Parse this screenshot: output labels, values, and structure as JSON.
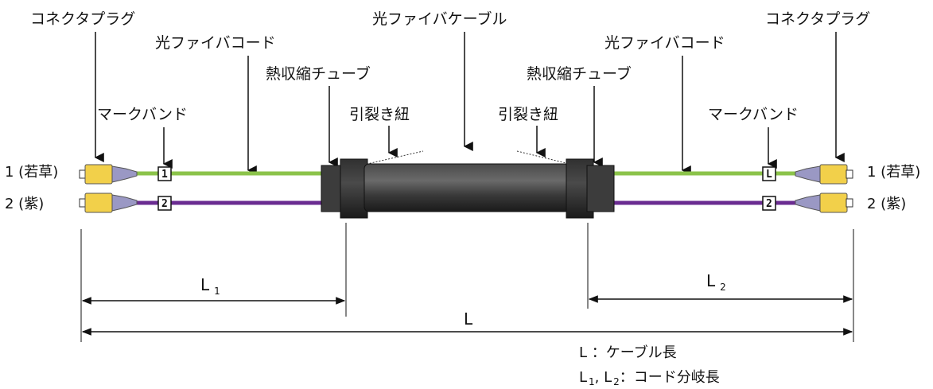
{
  "labels": {
    "connector_plug_left": "コネクタプラグ",
    "connector_plug_right": "コネクタプラグ",
    "fiber_cord_left": "光ファイバコード",
    "fiber_cord_right": "光ファイバコード",
    "fiber_cable": "光ファイバケーブル",
    "heat_shrink_left": "熱収縮チューブ",
    "heat_shrink_right": "熱収縮チューブ",
    "ripcord_left": "引裂き紐",
    "ripcord_right": "引裂き紐",
    "mark_band_left": "マークバンド",
    "mark_band_right": "マークバンド"
  },
  "fibers": [
    {
      "left_label": "1 (若草)",
      "right_label": "1 (若草)",
      "band_left": "1",
      "band_right": "L",
      "color": "#8BC34A"
    },
    {
      "left_label": "2 (紫)",
      "right_label": "2 (紫)",
      "band_left": "2",
      "band_right": "2",
      "color": "#6A2C91"
    }
  ],
  "dimensions": {
    "L1": "L",
    "L1_sub": "1",
    "L2": "L",
    "L2_sub": "2",
    "L": "L"
  },
  "legend": {
    "line1": "L ：ケーブル長",
    "line2_a": "L",
    "line2_sub1": "1",
    "line2_mid": ", L",
    "line2_sub2": "2",
    "line2_b": "：コード分岐長"
  },
  "colors": {
    "cable": "#2b2b2b",
    "connector": "#F2D04A",
    "boot": "#9A98C4"
  }
}
